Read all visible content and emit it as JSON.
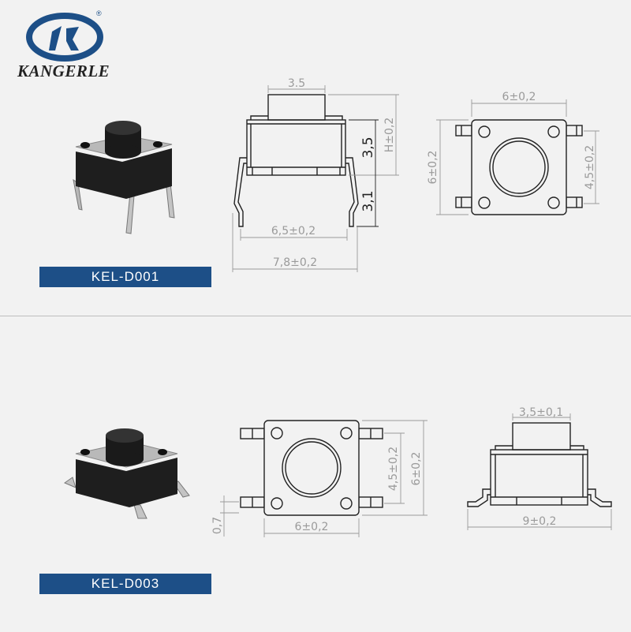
{
  "brand": {
    "name": "KANGERLE",
    "registered": "®",
    "logo_letters": "K",
    "accent": "#1d4f87"
  },
  "products": [
    {
      "model": "KEL-D001",
      "side_view": {
        "button_width": "3.5",
        "height": "H±0,2",
        "body_height": "3,5",
        "leg_length": "3,1",
        "pin_spacing": "6,5±0,2",
        "overall_width": "7,8±0,2"
      },
      "top_view": {
        "width": "6±0,2",
        "depth": "6±0,2",
        "pin_pitch": "4,5±0,2"
      }
    },
    {
      "model": "KEL-D003",
      "top_view": {
        "pin_pitch": "4,5±0,2",
        "depth": "6±0,2",
        "pin_width": "0,7",
        "width": "6±0,2"
      },
      "side_view": {
        "button_width": "3,5±0,1",
        "overall_width": "9±0,2"
      }
    }
  ]
}
